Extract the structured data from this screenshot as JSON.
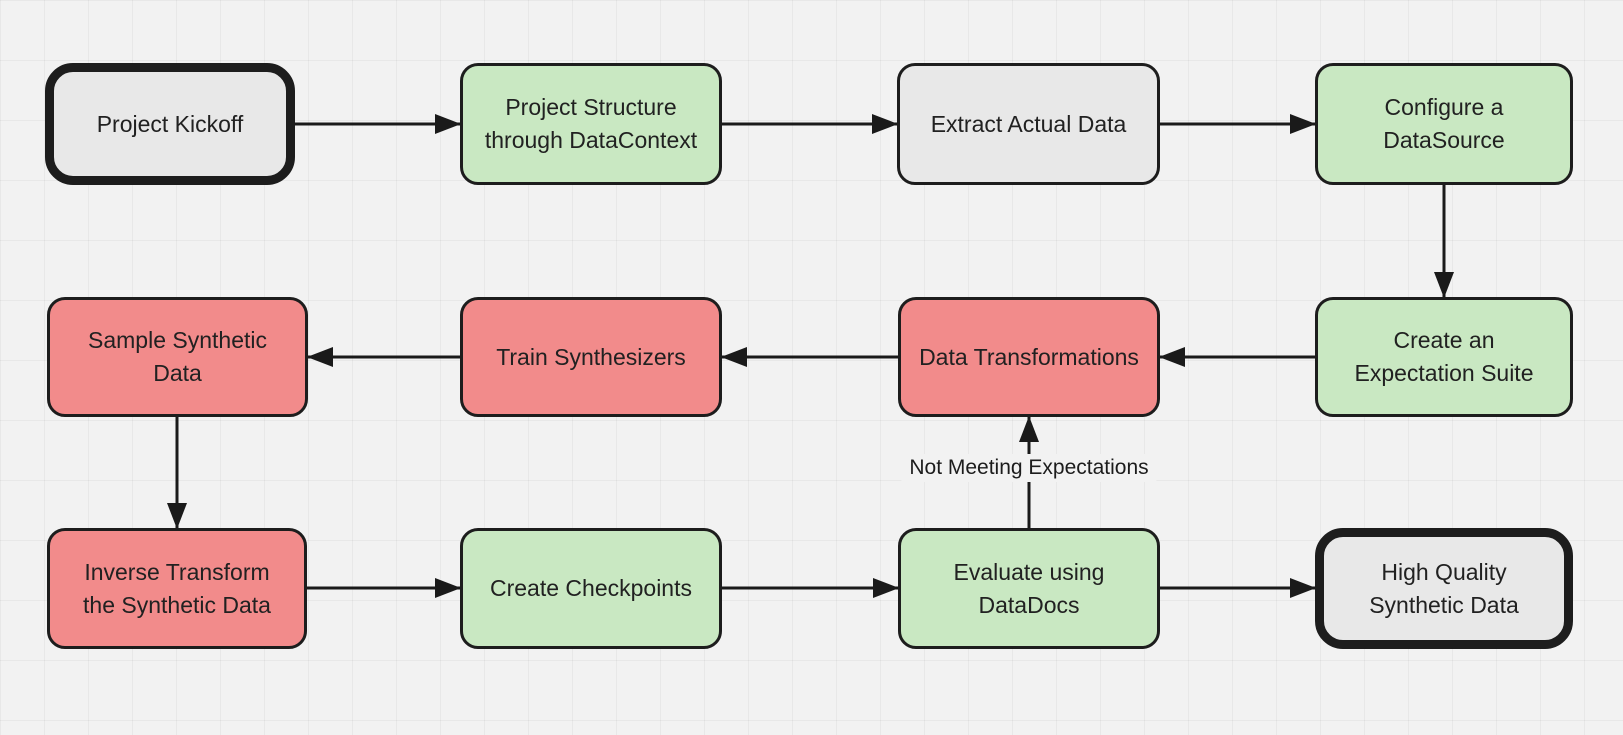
{
  "diagram": {
    "nodes": [
      {
        "id": "project-kickoff",
        "label": "Project Kickoff",
        "variant": "neutral",
        "terminal": true
      },
      {
        "id": "project-structure",
        "label": "Project Structure through DataContext",
        "variant": "green",
        "terminal": false
      },
      {
        "id": "extract-actual-data",
        "label": "Extract Actual Data",
        "variant": "neutral",
        "terminal": false
      },
      {
        "id": "configure-datasource",
        "label": "Configure a DataSource",
        "variant": "green",
        "terminal": false
      },
      {
        "id": "sample-synthetic-data",
        "label": "Sample Synthetic Data",
        "variant": "red",
        "terminal": false
      },
      {
        "id": "train-synthesizers",
        "label": "Train Synthesizers",
        "variant": "red",
        "terminal": false
      },
      {
        "id": "data-transformations",
        "label": "Data Transformations",
        "variant": "red",
        "terminal": false
      },
      {
        "id": "create-expectation-suite",
        "label": "Create an Expectation Suite",
        "variant": "green",
        "terminal": false
      },
      {
        "id": "inverse-transform",
        "label": "Inverse Transform the Synthetic Data",
        "variant": "red",
        "terminal": false
      },
      {
        "id": "create-checkpoints",
        "label": "Create Checkpoints",
        "variant": "green",
        "terminal": false
      },
      {
        "id": "evaluate-datadocs",
        "label": "Evaluate using DataDocs",
        "variant": "green",
        "terminal": false
      },
      {
        "id": "high-quality-synthetic-data",
        "label": "High Quality Synthetic Data",
        "variant": "neutral",
        "terminal": true
      }
    ],
    "edges": [
      {
        "from": "project-kickoff",
        "to": "project-structure",
        "label": ""
      },
      {
        "from": "project-structure",
        "to": "extract-actual-data",
        "label": ""
      },
      {
        "from": "extract-actual-data",
        "to": "configure-datasource",
        "label": ""
      },
      {
        "from": "configure-datasource",
        "to": "create-expectation-suite",
        "label": ""
      },
      {
        "from": "create-expectation-suite",
        "to": "data-transformations",
        "label": ""
      },
      {
        "from": "data-transformations",
        "to": "train-synthesizers",
        "label": ""
      },
      {
        "from": "train-synthesizers",
        "to": "sample-synthetic-data",
        "label": ""
      },
      {
        "from": "sample-synthetic-data",
        "to": "inverse-transform",
        "label": ""
      },
      {
        "from": "inverse-transform",
        "to": "create-checkpoints",
        "label": ""
      },
      {
        "from": "create-checkpoints",
        "to": "evaluate-datadocs",
        "label": ""
      },
      {
        "from": "evaluate-datadocs",
        "to": "high-quality-synthetic-data",
        "label": ""
      },
      {
        "from": "evaluate-datadocs",
        "to": "data-transformations",
        "label": "Not Meeting Expectations"
      }
    ],
    "colors": {
      "green": "#c9e8c2",
      "red": "#f28b8b",
      "neutral": "#e8e8e8",
      "stroke": "#1a1a1a",
      "canvas_background": "#f2f2f2"
    }
  }
}
